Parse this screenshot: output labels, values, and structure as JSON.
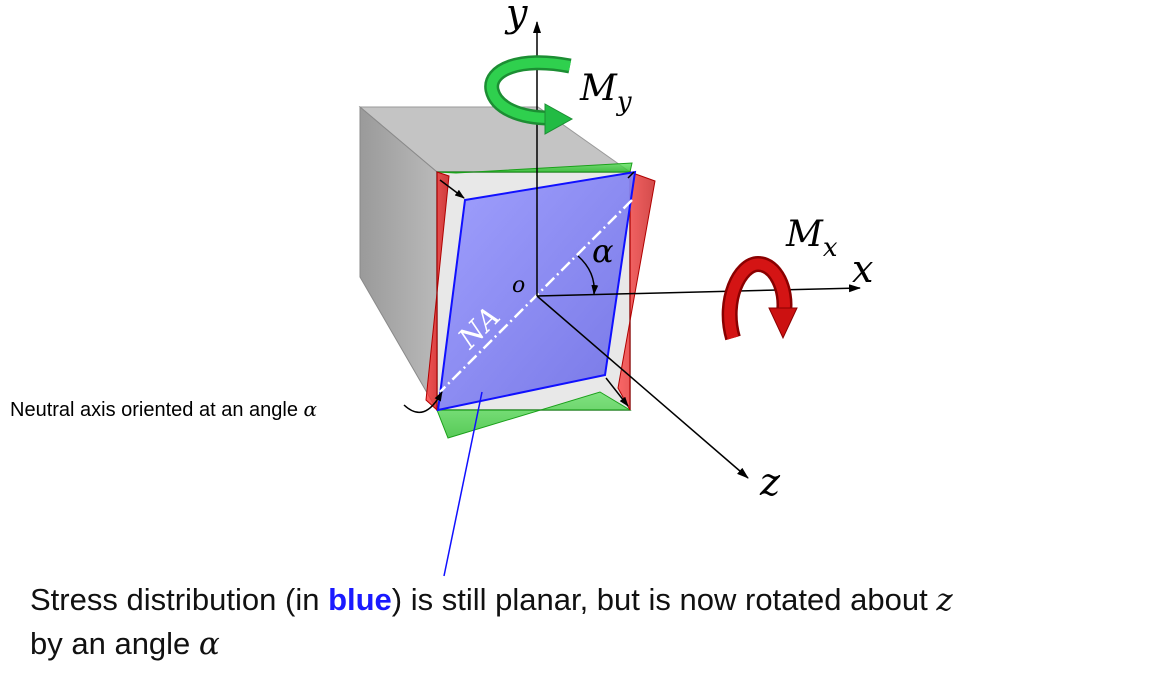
{
  "labels": {
    "y_axis": "y",
    "x_axis": "x",
    "z_axis": "z",
    "origin": "o",
    "moment_y": "M",
    "moment_y_sub": "y",
    "moment_x": "M",
    "moment_x_sub": "x",
    "angle": "α",
    "neutral_axis": "NA"
  },
  "callout": {
    "text": "Neutral axis oriented at an angle ",
    "symbol": "α"
  },
  "caption": {
    "part1": "Stress distribution (in ",
    "highlight": "blue",
    "part2": ") is still planar, but is now rotated about ",
    "axis": "z",
    "part3": "by an angle ",
    "symbol": "α"
  },
  "colors": {
    "stress_plane": "#7f7ff0",
    "stress_edge": "#1010ff",
    "red_distribution": "#e02020",
    "green_distribution": "#30d030",
    "beam_side": "#a9a9a9",
    "beam_top": "#c8c8c8",
    "moment_y_arrow": "#22bb44",
    "moment_x_arrow": "#cc1111"
  }
}
